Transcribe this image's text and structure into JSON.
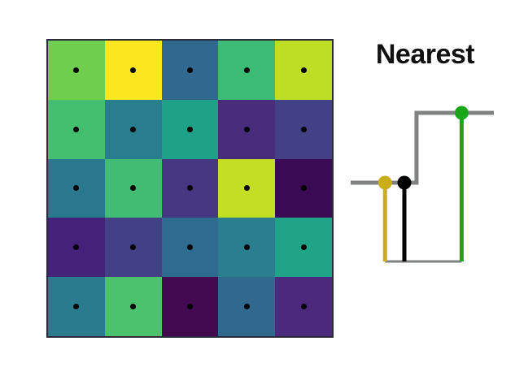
{
  "figure": {
    "title": "Nearest",
    "background": "#ffffff"
  },
  "grid": {
    "rows": 5,
    "cols": 5,
    "border_color": "#2b2b3a",
    "sample_dot_color": "#000000",
    "colors": [
      [
        "#6fce4e",
        "#fbe61f",
        "#31688e",
        "#3cbb75",
        "#bede26"
      ],
      [
        "#44bf70",
        "#287d8e",
        "#1fa187",
        "#472d7b",
        "#424186"
      ],
      [
        "#2a788e",
        "#40bd72",
        "#453781",
        "#c2df23",
        "#3a0a52"
      ],
      [
        "#44227a",
        "#424186",
        "#2f6b8e",
        "#2a7e8e",
        "#20a386"
      ],
      [
        "#2a7b8e",
        "#4cc26d",
        "#430a51",
        "#31688e",
        "#4b2a7e"
      ]
    ]
  },
  "chart_data": {
    "type": "line",
    "subtype": "step-nearest-interpolation",
    "title": "Nearest",
    "xlabel": "",
    "ylabel": "",
    "grid": false,
    "legend": null,
    "series": [
      {
        "name": "nearest-step",
        "color": "#7f8280",
        "x": [
          0.0,
          0.46,
          0.46,
          1.0
        ],
        "y": [
          0.53,
          0.53,
          1.0,
          1.0
        ]
      }
    ],
    "markers": [
      {
        "name": "sample-left",
        "color": "#c9ad1a",
        "x": 0.24,
        "y": 0.53
      },
      {
        "name": "query-point",
        "color": "#000000",
        "x": 0.375,
        "y": 0.53
      },
      {
        "name": "sample-right",
        "color": "#1aa61a",
        "x": 0.775,
        "y": 1.0
      }
    ],
    "baseline": {
      "name": "baseline",
      "color": "#7f8280",
      "y": 0.0
    }
  },
  "colors": {
    "gray_line": "#7f8280",
    "yellow_stem": "#c9ad1a",
    "black_stem": "#000000",
    "green_stem": "#1aa61a",
    "title_text": "#111111"
  },
  "labels": {
    "grid_panel": "source-image-grid",
    "plot_panel": "nearest-interpolation-plot"
  }
}
